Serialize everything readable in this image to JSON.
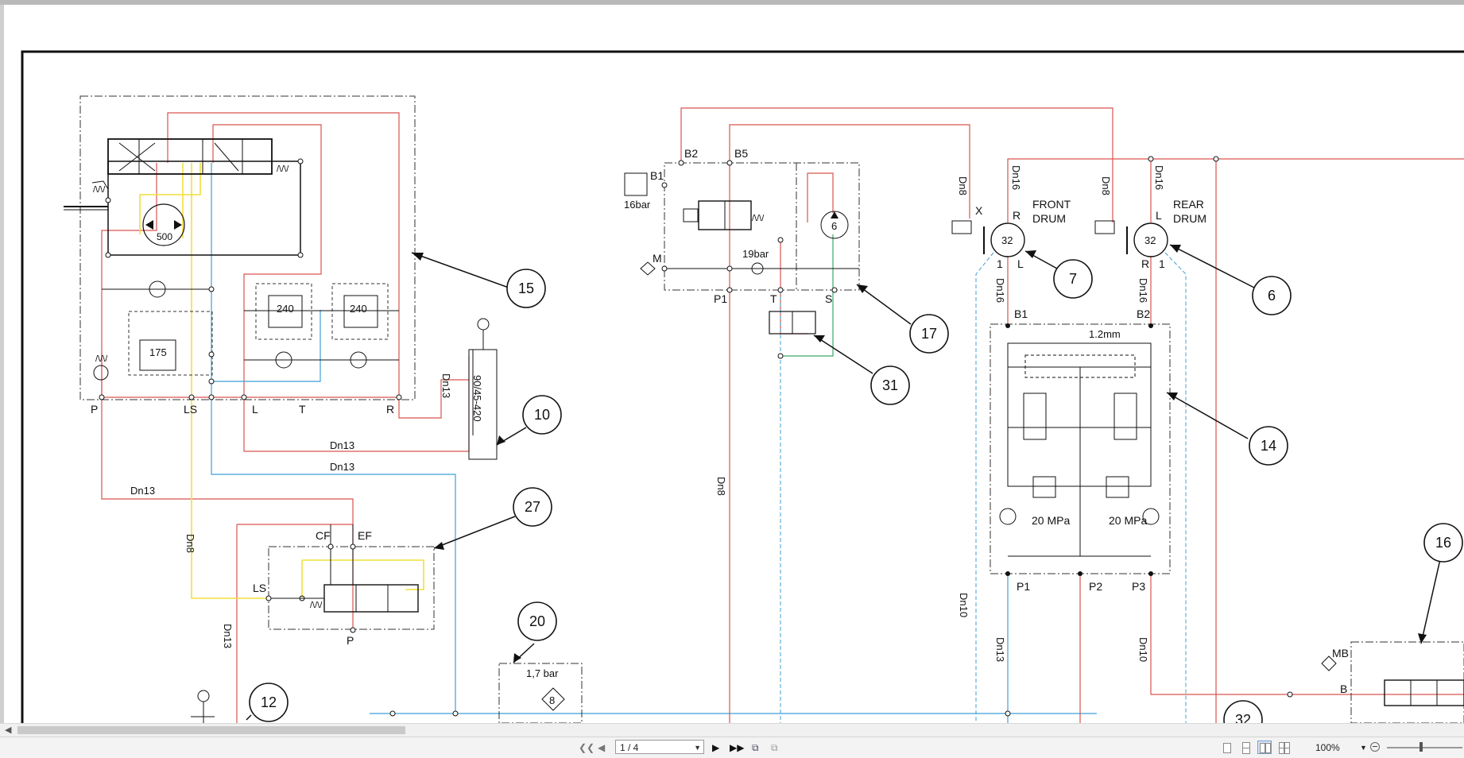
{
  "diagram": {
    "components": {
      "c15": "15",
      "c10": "10",
      "c27": "27",
      "c20": "20",
      "c12": "12",
      "c17": "17",
      "c31": "31",
      "c7": "7",
      "c6": "6",
      "c14": "14",
      "c16": "16",
      "c32": "32"
    },
    "labels": {
      "v500": "500",
      "v175": "175",
      "v240a": "240",
      "v240b": "240",
      "P": "P",
      "LS": "LS",
      "L": "L",
      "T": "T",
      "R": "R",
      "dn13_a": "Dn13",
      "dn13_b": "Dn13",
      "dn13_c": "Dn13",
      "dn13_d": "Dn13",
      "dn13_e": "Dn13",
      "dn8_a": "Dn8",
      "dn8_b": "Dn8",
      "dn8_c": "Dn8",
      "dn8_d": "Dn8",
      "dn16_a": "Dn16",
      "dn16_b": "Dn16",
      "dn16_c": "Dn16",
      "dn16_d": "Dn16",
      "dn10_a": "Dn10",
      "dn10_b": "Dn10",
      "cyl": "90/45-420",
      "CF": "CF",
      "EF": "EF",
      "LS2": "LS",
      "P2": "P",
      "bar17": "1,7 bar",
      "v8": "8",
      "B2": "B2",
      "B5": "B5",
      "B1": "B1",
      "bar16": "16bar",
      "M": "M",
      "bar19": "19bar",
      "P1": "P1",
      "T2": "T",
      "S": "S",
      "v6": "6",
      "X": "X",
      "R1": "R",
      "L1": "L",
      "one1": "1",
      "m32a": "32",
      "front": "FRONT",
      "drum1": "DRUM",
      "L2": "L",
      "R2": "R",
      "one2": "1",
      "m32b": "32",
      "rear": "REAR",
      "drum2": "DRUM",
      "B1b": "B1",
      "B2b": "B2",
      "mm12": "1.2mm",
      "mpa1": "20 MPa",
      "mpa2": "20 MPa",
      "P1b": "P1",
      "P2b": "P2",
      "P3b": "P3",
      "MB": "MB",
      "Bb": "B"
    },
    "colors": {
      "pressure": "#d9534f",
      "return": "#3f9fd6",
      "pilot": "#f2df3a",
      "green": "#3aa86b",
      "frame": "#111111"
    }
  },
  "statusbar": {
    "page_field": "1 / 4",
    "zoom": "100%",
    "icons": [
      "first-page-icon",
      "prev-page-icon",
      "next-page-icon",
      "last-page-icon",
      "single-page-view-icon",
      "continuous-view-icon",
      "two-page-view-icon",
      "two-page-continuous-view-icon",
      "zoom-out-icon"
    ]
  }
}
